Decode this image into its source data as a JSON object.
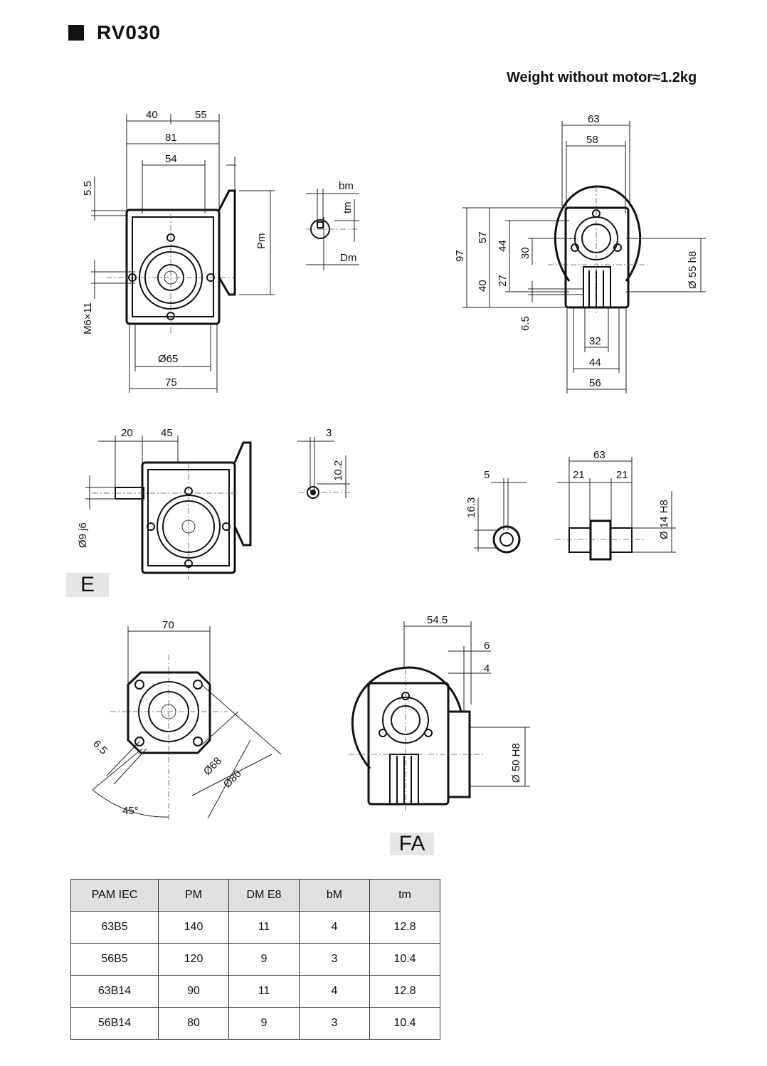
{
  "title": "RV030",
  "weight": "Weight without motor≈1.2kg",
  "views": {
    "front": {
      "d40": "40",
      "d55": "55",
      "d81": "81",
      "d54": "54",
      "d5_5": "5.5",
      "pm": "Pm",
      "m6": "M6×11",
      "d65": "Ø65",
      "d75": "75"
    },
    "key": {
      "bm": "bm",
      "tm": "tm",
      "dm": "Dm"
    },
    "side": {
      "d63": "63",
      "d58": "58",
      "d97": "97",
      "d57": "57",
      "d44": "44",
      "d30": "30",
      "d40": "40",
      "d27": "27",
      "d6_5": "6.5",
      "d55h8": "Ø 55 h8",
      "d32": "32",
      "d44b": "44",
      "d56": "56"
    },
    "e_view": {
      "d20": "20",
      "d45": "45",
      "d9j6": "Ø9 j6",
      "d3": "3",
      "d10_2": "10.2",
      "label": "E"
    },
    "shaft": {
      "d5": "5",
      "d16_3": "16.3",
      "d63": "63",
      "d21a": "21",
      "d21b": "21",
      "d14h8": "Ø 14 H8"
    },
    "flange": {
      "d70": "70",
      "d6_5": "6.5",
      "d68": "Ø68",
      "d80": "Ø80",
      "d45deg": "45°"
    },
    "fa_view": {
      "d54_5": "54.5",
      "d6": "6",
      "d4": "4",
      "d50h8": "Ø 50 H8",
      "label": "FA"
    }
  },
  "table": {
    "headers": [
      "PAM  IEC",
      "PM",
      "DM E8",
      "bM",
      "tm"
    ],
    "rows": [
      [
        "63B5",
        "140",
        "11",
        "4",
        "12.8"
      ],
      [
        "56B5",
        "120",
        "9",
        "3",
        "10.4"
      ],
      [
        "63B14",
        "90",
        "11",
        "4",
        "12.8"
      ],
      [
        "56B14",
        "80",
        "9",
        "3",
        "10.4"
      ]
    ]
  }
}
